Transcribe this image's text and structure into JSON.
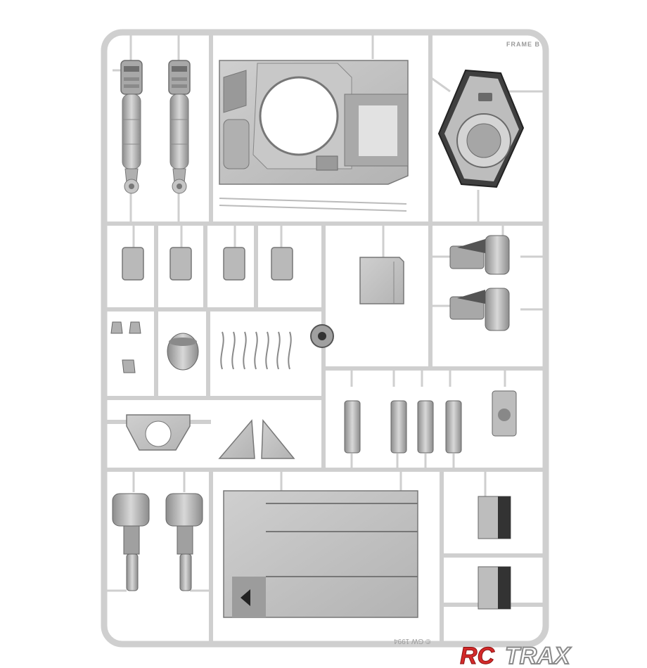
{
  "image": {
    "subject": "plastic model kit sprue frame with tank parts",
    "colors": {
      "sprue": "#c9c9c9",
      "part_light": "#bdbdbd",
      "part_mid": "#9e9e9e",
      "part_dark": "#555555",
      "watermark_red": "#d42a2a",
      "watermark_gray": "#bfbfbf"
    }
  },
  "frame_label": "FRAME B",
  "copyright_text": "© GW 1994",
  "watermark": {
    "text": "RCTRAX"
  }
}
